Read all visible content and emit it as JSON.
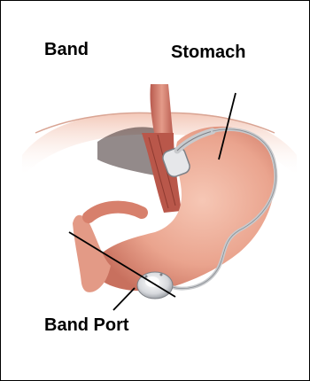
{
  "labels": {
    "band": "Band",
    "stomach": "Stomach",
    "band_port": "Band Port"
  },
  "colors": {
    "stomach": "#eab09c",
    "muscle": "#c9665a",
    "tube": "#c8cacd",
    "shadow": "#3b2a2a"
  }
}
